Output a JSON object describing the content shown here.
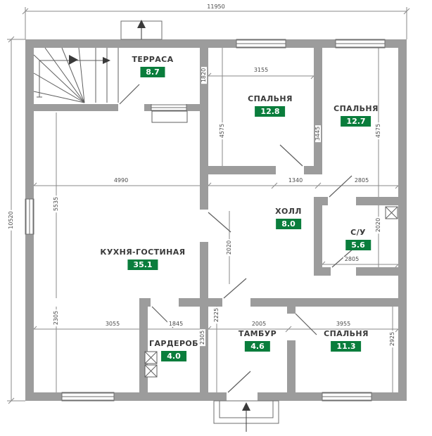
{
  "type": "floor-plan",
  "colors": {
    "wall": "#9c9c9c",
    "line": "#6e6e6e",
    "dim_line": "#8a8a8a",
    "badge_bg": "#0a7d3c",
    "badge_text": "#ffffff",
    "room_text": "#3a3a3a"
  },
  "rooms": [
    {
      "id": "terrace",
      "name": "ТЕРРАСА",
      "area": "8.7"
    },
    {
      "id": "bedroom-1",
      "name": "СПАЛЬНЯ",
      "area": "12.8"
    },
    {
      "id": "bedroom-2",
      "name": "СПАЛЬНЯ",
      "area": "12.7"
    },
    {
      "id": "hall",
      "name": "ХОЛЛ",
      "area": "8.0"
    },
    {
      "id": "bathroom",
      "name": "С/У",
      "area": "5.6"
    },
    {
      "id": "kitchen-living",
      "name": "КУХНЯ-ГОСТИНАЯ",
      "area": "35.1"
    },
    {
      "id": "wardrobe",
      "name": "ГАРДЕРОБ",
      "area": "4.0"
    },
    {
      "id": "vestibule",
      "name": "ТАМБУР",
      "area": "4.6"
    },
    {
      "id": "bedroom-3",
      "name": "СПАЛЬНЯ",
      "area": "11.3"
    }
  ],
  "dims": [
    "11950",
    "10520",
    "1820",
    "3155",
    "4575",
    "3445",
    "4575",
    "4990",
    "1340",
    "2805",
    "5535",
    "2020",
    "2020",
    "2805",
    "2305",
    "3055",
    "1845",
    "2005",
    "3955",
    "2225",
    "2305",
    "2925"
  ]
}
